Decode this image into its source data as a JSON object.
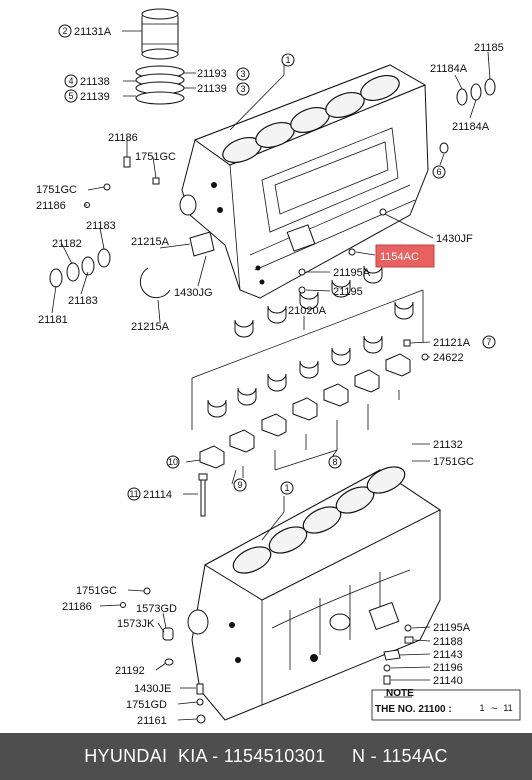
{
  "labels": {
    "piston_sleeve": "21131A",
    "ring_a": "21138",
    "ring_b": "21139",
    "ring_c": "21193",
    "ring_d": "21139",
    "bolt_top": "21186",
    "cap_a": "1751GC",
    "cap_b": "1751GC",
    "bolt_b": "21186",
    "bush_a": "21183",
    "bush_b": "21182",
    "bush_c": "21183",
    "bush_d": "21181",
    "thrust_a": "21215A",
    "thrust_b": "21215A",
    "pin_jg": "1430JG",
    "ring_top_r": "21185",
    "ring_r_a": "21184A",
    "ring_r_b": "21184A",
    "jf": "1430JF",
    "highlight": "1154AC",
    "seal_a": "21195A",
    "seal_b": "21195",
    "brg_set": "21020A",
    "brg_kit": "21121A",
    "pin_24622": "24622",
    "bolt_21132": "21132",
    "cap_1751": "1751GC",
    "bolt_21114": "21114",
    "lower_1751": "1751GC",
    "lower_21186": "21186",
    "lower_1573gd": "1573GD",
    "lower_1573jk": "1573JK",
    "lower_21192": "21192",
    "lower_1430je": "1430JE",
    "lower_1751gd": "1751GD",
    "lower_21161": "21161",
    "lower_21195a": "21195A",
    "lower_21188": "21188",
    "lower_21143": "21143",
    "lower_21196": "21196",
    "lower_21140": "21140"
  },
  "circled": {
    "c1_top": "1",
    "c1_bottom": "1",
    "c2": "2",
    "c3": "3",
    "c4": "4",
    "c5": "5",
    "c6": "6",
    "c7": "7",
    "c8": "8",
    "c9": "9",
    "c10": "10",
    "c11": "11"
  },
  "note": {
    "heading": "NOTE",
    "text": "THE NO. 21100 :",
    "from": "1",
    "tilde": "~",
    "to": "11"
  },
  "footer": "HYUNDAI  KIA - 1154510301     N - 1154AC",
  "colors": {
    "highlight": "#e86060",
    "footer_bg": "#4e4e4e"
  }
}
